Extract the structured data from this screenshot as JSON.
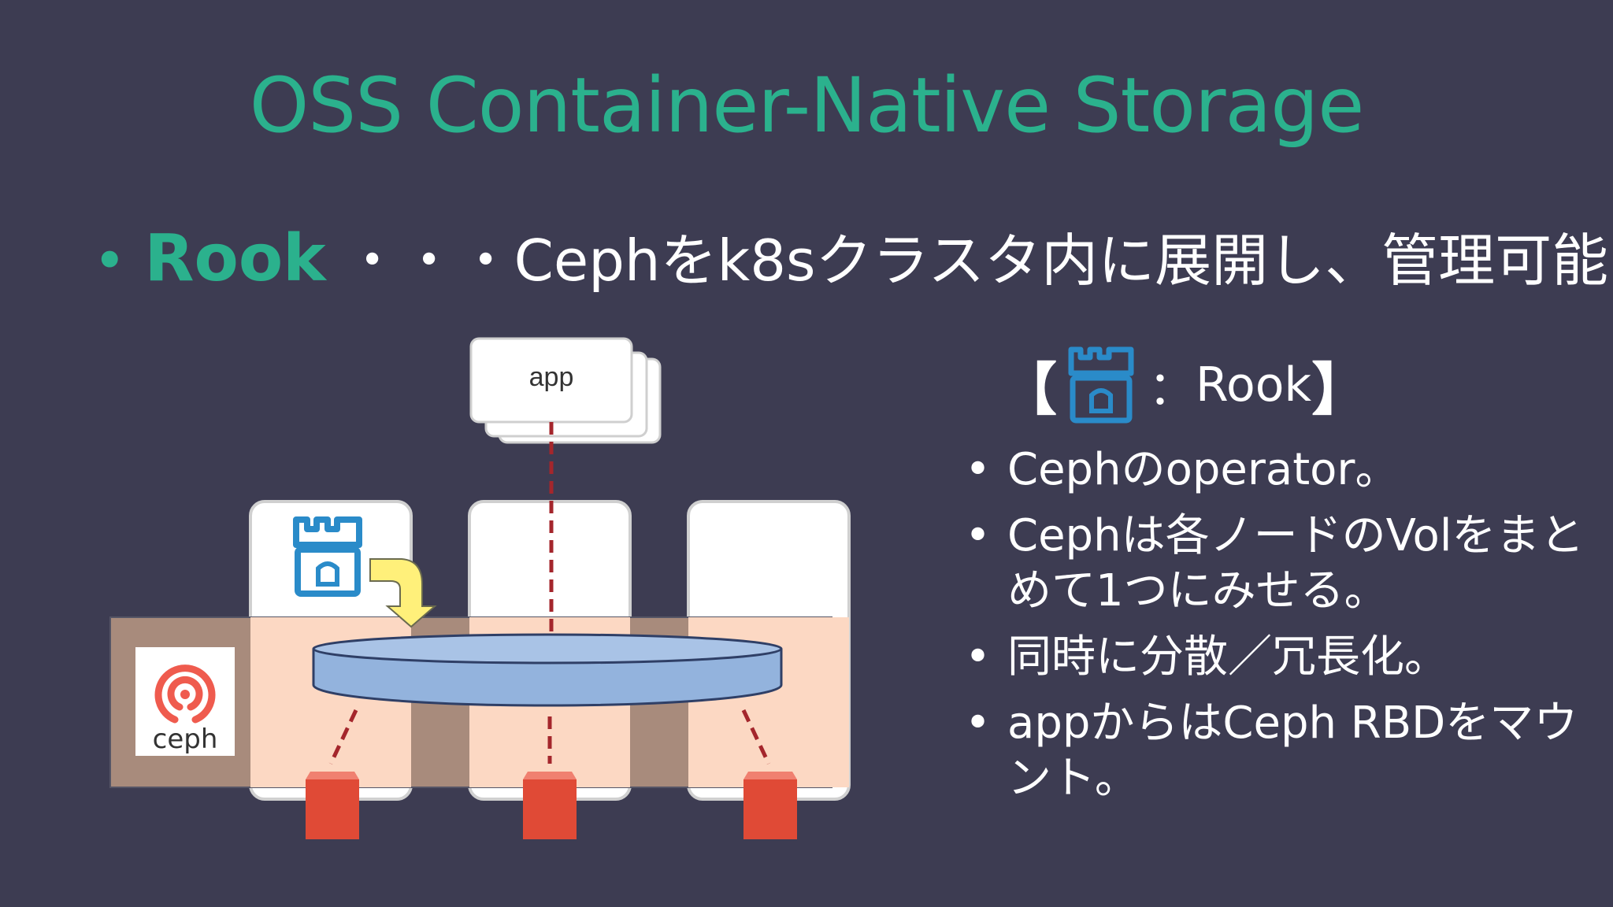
{
  "slide": {
    "title": "OSS Container-Native Storage",
    "subline": {
      "bullet": "•",
      "rook": "Rook",
      "separator": "・・・",
      "text": "Cephをk8sクラスタ内に展開し、管理可能"
    }
  },
  "diagram": {
    "app_label": "app",
    "ceph_label": "ceph"
  },
  "legend": {
    "open_bracket": "【",
    "colon": "：",
    "label": "Rook",
    "close_bracket": "】"
  },
  "bullets": [
    "Cephのoperator。",
    "Cephは各ノードのVolをまとめて1つにみせる。",
    "同時に分散／冗長化。",
    "appからはCeph RBDをマウント。"
  ],
  "colors": {
    "background": "#3d3c52",
    "accent": "#2bb18d",
    "rook_icon": "#2a8bc9",
    "volume": "#e04a36",
    "disk": "#93b3dd",
    "ceph_logo": "#ef5b4e"
  }
}
